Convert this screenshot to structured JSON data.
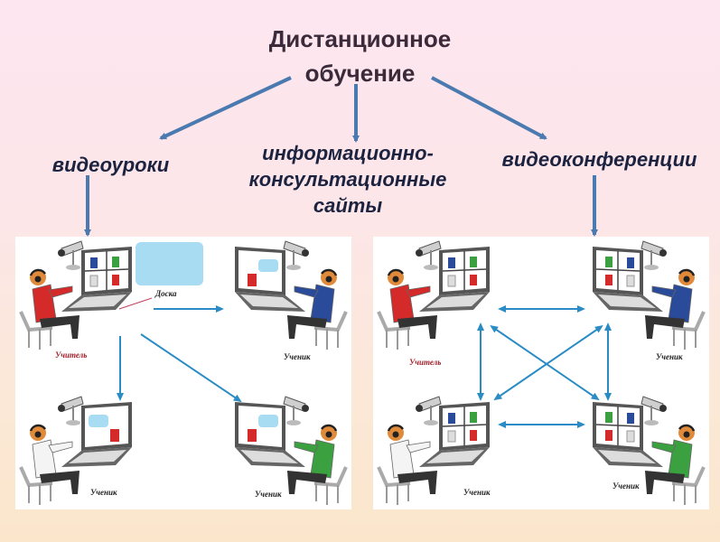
{
  "title": {
    "line1": "Дистанционное",
    "line2": "обучение"
  },
  "branches": [
    {
      "id": "video-lessons",
      "label": "видеоуроки"
    },
    {
      "id": "info-sites",
      "line1": "информационно-",
      "line2": "консультационные",
      "line3": "сайты"
    },
    {
      "id": "video-conferences",
      "label": "видеоконференции"
    }
  ],
  "left_panel": {
    "board_label": "Доска",
    "teacher_label": "Учитель",
    "student_labels": [
      "Ученик",
      "Ученик",
      "Ученик"
    ]
  },
  "right_panel": {
    "teacher_label": "Учитель",
    "student_labels": [
      "Ученик",
      "Ученик",
      "Ученик"
    ]
  },
  "colors": {
    "arrow_main": "#4a7ab0",
    "arrow_panel": "#2a8cc4",
    "board": "#a8dcf2",
    "teacher_shirt": "#d42a2a",
    "student_blue": "#2a4a9a",
    "student_green": "#3aa040",
    "student_white": "#f4f4f4"
  }
}
